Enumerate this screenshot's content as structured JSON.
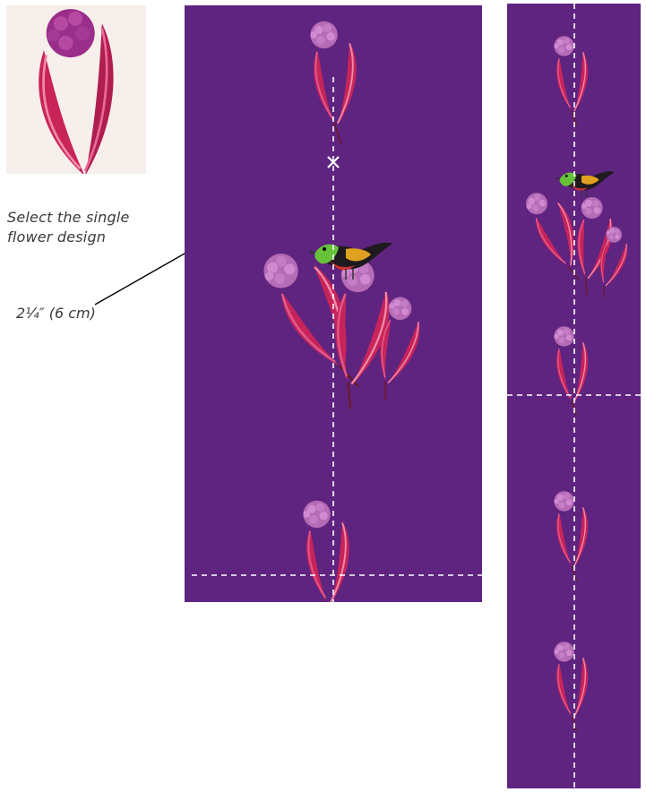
{
  "thumbnail": {
    "caption_line1": "Select the single",
    "caption_line2": "flower design"
  },
  "measurement": {
    "label": "2¼″ (6 cm)"
  },
  "colors": {
    "fabric": "#5f2480",
    "petal": "#c8245a",
    "petal_light": "#e05a8a",
    "bloom": "#b56bb5",
    "guide_line": "#ffffff",
    "arrow": "#000000"
  },
  "icons": {
    "center_mark": "x-mark-icon",
    "flower": "single-flower-icon",
    "bird": "bird-on-flower-icon"
  }
}
